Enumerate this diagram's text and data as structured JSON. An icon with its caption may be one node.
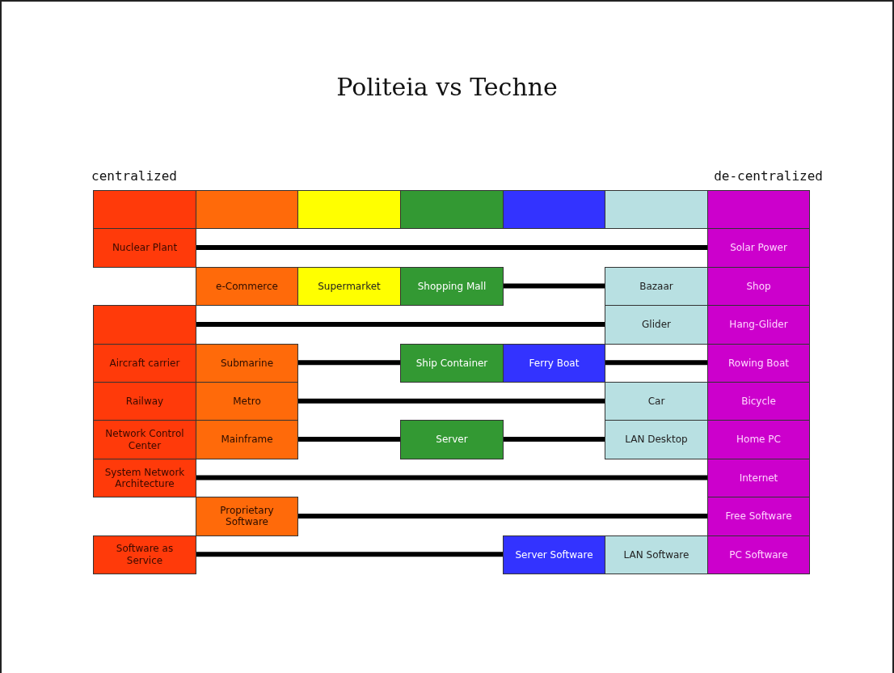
{
  "diagram": {
    "title": "Politeia vs Techne",
    "nodes": [
      {
        "text": [],
        "shape": "box"
      },
      {
        "text": [],
        "shape": "box"
      },
      {
        "text": [],
        "shape": "box"
      },
      {
        "text": [],
        "shape": "box"
      },
      {
        "text": [],
        "shape": "box"
      },
      {
        "text": [],
        "shape": "box"
      },
      {
        "text": [],
        "shape": "box"
      },
      {
        "text": [
          "Nuclear Plant"
        ]
      },
      {
        "text": [
          "Solar Power"
        ]
      },
      {
        "text": [
          "e-Commerce"
        ]
      },
      {
        "text": [
          "Supermarket"
        ]
      },
      {
        "text": [
          "Shopping Mall"
        ]
      },
      {
        "text": [
          "Bazaar"
        ]
      },
      {
        "text": [
          "Shop"
        ]
      },
      {
        "text": [],
        "shape": "box"
      },
      {
        "text": [
          "Glider"
        ]
      },
      {
        "text": [
          "Hang-Glider"
        ]
      },
      {
        "text": [
          "Aircraft carrier"
        ]
      },
      {
        "text": [
          "Submarine"
        ]
      },
      {
        "text": [
          "Ship Container"
        ]
      },
      {
        "text": [
          "Ferry Boat"
        ]
      },
      {
        "text": [
          "Rowing Boat"
        ]
      },
      {
        "text": [
          "Railway"
        ]
      },
      {
        "text": [
          "Metro"
        ]
      },
      {
        "text": [
          "Car"
        ]
      },
      {
        "text": [
          "Bicycle"
        ]
      },
      {
        "text": [
          "Network Control Center"
        ]
      },
      {
        "text": [
          "Mainframe"
        ]
      },
      {
        "text": [
          "Server"
        ]
      },
      {
        "text": [
          "LAN Desktop"
        ]
      },
      {
        "text": [
          "Home PC"
        ]
      },
      {
        "text": [
          "System Network Architecture"
        ]
      },
      {
        "text": [
          "Internet"
        ]
      },
      {
        "text": [
          "Proprietary Software"
        ]
      },
      {
        "text": [
          "Free Software"
        ]
      },
      {
        "text": [
          "Software as Service"
        ]
      },
      {
        "text": [
          "Server Software"
        ]
      },
      {
        "text": [
          "LAN Software"
        ]
      },
      {
        "text": [
          "PC Software"
        ]
      }
    ],
    "edges": [
      {
        "from": 7,
        "to": 8,
        "arrow": "none"
      },
      {
        "from": 11,
        "to": 12,
        "arrow": "none"
      },
      {
        "from": 14,
        "to": 15,
        "arrow": "none"
      },
      {
        "from": 18,
        "to": 19,
        "arrow": "none"
      },
      {
        "from": 20,
        "to": 21,
        "arrow": "none"
      },
      {
        "from": 23,
        "to": 24,
        "arrow": "none"
      },
      {
        "from": 27,
        "to": 28,
        "arrow": "none"
      },
      {
        "from": 28,
        "to": 29,
        "arrow": "none"
      },
      {
        "from": 31,
        "to": 32,
        "arrow": "none"
      },
      {
        "from": 33,
        "to": 34,
        "arrow": "none"
      },
      {
        "from": 35,
        "to": 36,
        "arrow": "none"
      }
    ],
    "labels": [
      "centralized",
      "de-centralized"
    ]
  }
}
